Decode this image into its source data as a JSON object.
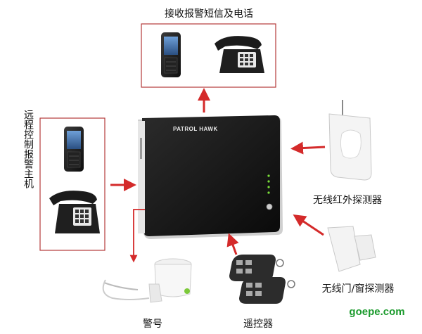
{
  "labels": {
    "receive_sms_calls": "接收报警短信及电话",
    "remote_control_host": "远程控制报警主机",
    "wireless_ir_detector": "无线红外探测器",
    "wireless_door_window_detector": "无线门/窗探测器",
    "siren": "警号",
    "remote_controller": "遥控器"
  },
  "device": {
    "brand": "PATROL HAWK"
  },
  "watermark": "goepe.com",
  "colors": {
    "arrow": "#d42a2a",
    "box_border": "#b33a3a",
    "host_body": "#1d1d1d"
  }
}
